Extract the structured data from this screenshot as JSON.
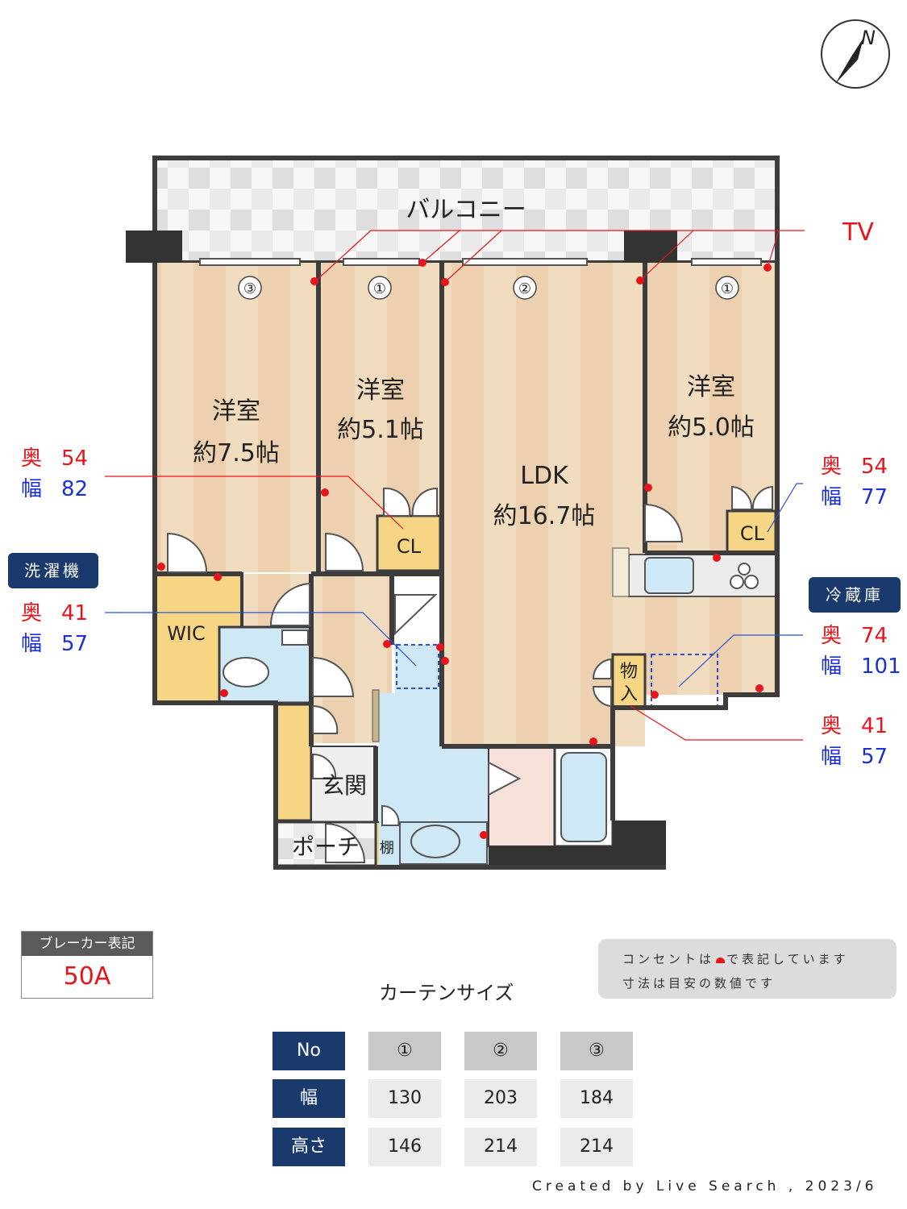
{
  "compass": {
    "label": "N"
  },
  "rooms": {
    "balcony": "バルコニー",
    "room3": {
      "name": "洋室",
      "size": "約7.5帖"
    },
    "room1a": {
      "name": "洋室",
      "size": "約5.1帖"
    },
    "ldk": {
      "name": "LDK",
      "size": "約16.7帖"
    },
    "room1b": {
      "name": "洋室",
      "size": "約5.0帖"
    },
    "cl_left": "CL",
    "cl_right": "CL",
    "wic": "WIC",
    "entrance": "玄関",
    "porch": "ポーチ",
    "shelf": "棚",
    "storage": [
      "物",
      "入"
    ]
  },
  "window_numbers": [
    "③",
    "①",
    "②",
    "①"
  ],
  "labels": {
    "tv": "TV"
  },
  "annotations": [
    {
      "depth_label": "奥",
      "depth": "54",
      "width_label": "幅",
      "width": "82"
    },
    {
      "depth_label": "奥",
      "depth": "41",
      "width_label": "幅",
      "width": "57"
    },
    {
      "depth_label": "奥",
      "depth": "54",
      "width_label": "幅",
      "width": "77"
    },
    {
      "depth_label": "奥",
      "depth": "74",
      "width_label": "幅",
      "width": "101"
    },
    {
      "depth_label": "奥",
      "depth": "41",
      "width_label": "幅",
      "width": "57"
    }
  ],
  "tags": {
    "washer": "洗濯機",
    "fridge": "冷蔵庫"
  },
  "breaker": {
    "title": "ブレーカー表記",
    "value": "50A"
  },
  "note": {
    "line1": "コンセントは",
    "line1b": "で表記しています",
    "line2": "寸法は目安の数値です"
  },
  "curtain": {
    "title": "カーテンサイズ",
    "headers": [
      "No",
      "①",
      "②",
      "③"
    ],
    "rows": [
      {
        "label": "幅",
        "values": [
          "130",
          "203",
          "184"
        ]
      },
      {
        "label": "高さ",
        "values": [
          "146",
          "214",
          "214"
        ]
      }
    ]
  },
  "credit": "Created by Live Search , 2023/6",
  "colors": {
    "outlet": "#e8141c",
    "navy": "#1a3a6e",
    "wall": "#3c3c3c",
    "floor_wood": "#f2dcc0",
    "wet_area": "#cfe8f5",
    "closet": "#f6d585"
  }
}
